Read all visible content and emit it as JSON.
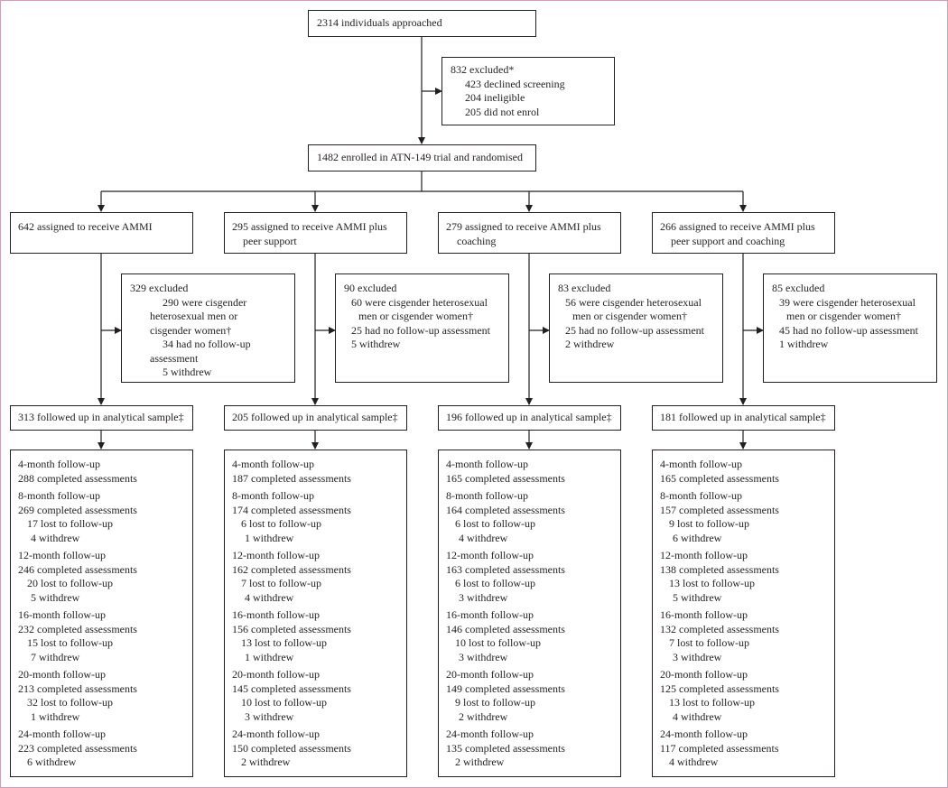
{
  "approached": "2314 individuals approached",
  "excluded_top": {
    "title": "832 excluded*",
    "items": [
      "423 declined screening",
      "204 ineligible",
      "205 did not enrol"
    ]
  },
  "enrolled": "1482 enrolled in ATN-149 trial and randomised",
  "arms": [
    {
      "assigned": [
        "642 assigned to receive AMMI"
      ],
      "excluded": {
        "title": "329 excluded",
        "lines": [
          "290 were cisgender",
          "heterosexual men or",
          "cisgender women†",
          "34 had no follow-up",
          "assessment",
          "5 withdrew"
        ]
      },
      "followed": "313 followed up in analytical sample‡",
      "followups": [
        {
          "label": "4-month follow-up",
          "completed": "288 completed assessments",
          "lost": "",
          "withdrew": ""
        },
        {
          "label": "8-month follow-up",
          "completed": "269 completed assessments",
          "lost": "17 lost to follow-up",
          "withdrew": "4 withdrew"
        },
        {
          "label": "12-month follow-up",
          "completed": "246 completed assessments",
          "lost": "20 lost to follow-up",
          "withdrew": "5 withdrew"
        },
        {
          "label": "16-month follow-up",
          "completed": "232 completed assessments",
          "lost": "15 lost to follow-up",
          "withdrew": "7 withdrew"
        },
        {
          "label": "20-month follow-up",
          "completed": "213 completed assessments",
          "lost": "32 lost to follow-up",
          "withdrew": "1 withdrew"
        },
        {
          "label": "24-month follow-up",
          "completed": "223 completed assessments",
          "lost": "",
          "withdrew": "6 withdrew"
        }
      ]
    },
    {
      "assigned": [
        "295 assigned to receive AMMI plus",
        "peer support"
      ],
      "excluded": {
        "title": "90 excluded",
        "lines": [
          "60 were cisgender heterosexual",
          "men or cisgender women†",
          "25 had no follow-up assessment",
          "5 withdrew"
        ]
      },
      "followed": "205 followed up in analytical sample‡",
      "followups": [
        {
          "label": "4-month follow-up",
          "completed": "187 completed assessments",
          "lost": "",
          "withdrew": ""
        },
        {
          "label": "8-month follow-up",
          "completed": "174 completed assessments",
          "lost": "6 lost to follow-up",
          "withdrew": "1 withdrew"
        },
        {
          "label": "12-month follow-up",
          "completed": "162 completed assessments",
          "lost": "7 lost to follow-up",
          "withdrew": "4 withdrew"
        },
        {
          "label": "16-month follow-up",
          "completed": "156 completed assessments",
          "lost": "13 lost to follow-up",
          "withdrew": "1 withdrew"
        },
        {
          "label": "20-month follow-up",
          "completed": "145 completed assessments",
          "lost": "10 lost to follow-up",
          "withdrew": "3 withdrew"
        },
        {
          "label": "24-month follow-up",
          "completed": "150 completed assessments",
          "lost": "",
          "withdrew": "2 withdrew"
        }
      ]
    },
    {
      "assigned": [
        "279 assigned to receive AMMI plus",
        "coaching"
      ],
      "excluded": {
        "title": "83 excluded",
        "lines": [
          "56 were cisgender heterosexual",
          "men or cisgender women†",
          "25 had no follow-up assessment",
          "2 withdrew"
        ]
      },
      "followed": "196 followed up in analytical sample‡",
      "followups": [
        {
          "label": "4-month follow-up",
          "completed": "165 completed assessments",
          "lost": "",
          "withdrew": ""
        },
        {
          "label": "8-month follow-up",
          "completed": "164 completed assessments",
          "lost": "6 lost to follow-up",
          "withdrew": "4 withdrew"
        },
        {
          "label": "12-month follow-up",
          "completed": "163 completed assessments",
          "lost": "6 lost to follow-up",
          "withdrew": "3 withdrew"
        },
        {
          "label": "16-month follow-up",
          "completed": "146 completed assessments",
          "lost": "10 lost to follow-up",
          "withdrew": "3 withdrew"
        },
        {
          "label": "20-month follow-up",
          "completed": "149 completed assessments",
          "lost": "9 lost to follow-up",
          "withdrew": "2 withdrew"
        },
        {
          "label": "24-month follow-up",
          "completed": "135 completed assessments",
          "lost": "",
          "withdrew": "2 withdrew"
        }
      ]
    },
    {
      "assigned": [
        "266 assigned to receive AMMI plus",
        "peer support and coaching"
      ],
      "excluded": {
        "title": "85 excluded",
        "lines": [
          "39 were cisgender heterosexual",
          "men or cisgender women†",
          "45 had no follow-up assessment",
          "1 withdrew"
        ]
      },
      "followed": "181 followed up in analytical sample‡",
      "followups": [
        {
          "label": "4-month follow-up",
          "completed": "165 completed assessments",
          "lost": "",
          "withdrew": ""
        },
        {
          "label": "8-month follow-up",
          "completed": "157 completed assessments",
          "lost": "9 lost to follow-up",
          "withdrew": "6 withdrew"
        },
        {
          "label": "12-month follow-up",
          "completed": "138 completed assessments",
          "lost": "13 lost to follow-up",
          "withdrew": "5 withdrew"
        },
        {
          "label": "16-month follow-up",
          "completed": "132 completed assessments",
          "lost": "7 lost to follow-up",
          "withdrew": "3 withdrew"
        },
        {
          "label": "20-month follow-up",
          "completed": "125 completed assessments",
          "lost": "13 lost to follow-up",
          "withdrew": "4 withdrew"
        },
        {
          "label": "24-month follow-up",
          "completed": "117 completed assessments",
          "lost": "",
          "withdrew": "4 withdrew"
        }
      ]
    }
  ]
}
